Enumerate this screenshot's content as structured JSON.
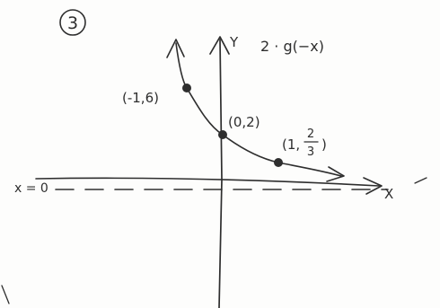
{
  "problem_number": "3",
  "function_label": "2 · g(−x)",
  "axes": {
    "x_label": "X",
    "y_label": "Y"
  },
  "asymptote_label": "x = 0",
  "points": [
    {
      "x": -1,
      "y": 6,
      "label": "(-1,6)"
    },
    {
      "x": 0,
      "y": 2,
      "label": "(0,2)"
    },
    {
      "x": 1,
      "y": 0.6667,
      "label_prefix": "(1,",
      "label_num": "2",
      "label_den": "3",
      "label_suffix": ")"
    }
  ]
}
